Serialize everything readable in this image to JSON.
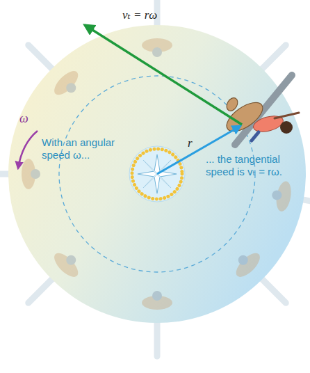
{
  "diagram": {
    "labels": [
      "vₜ = rω",
      "ω",
      "With an angular speed ω...",
      "r",
      "... the tangential speed is vₜ = rω."
    ]
  }
}
